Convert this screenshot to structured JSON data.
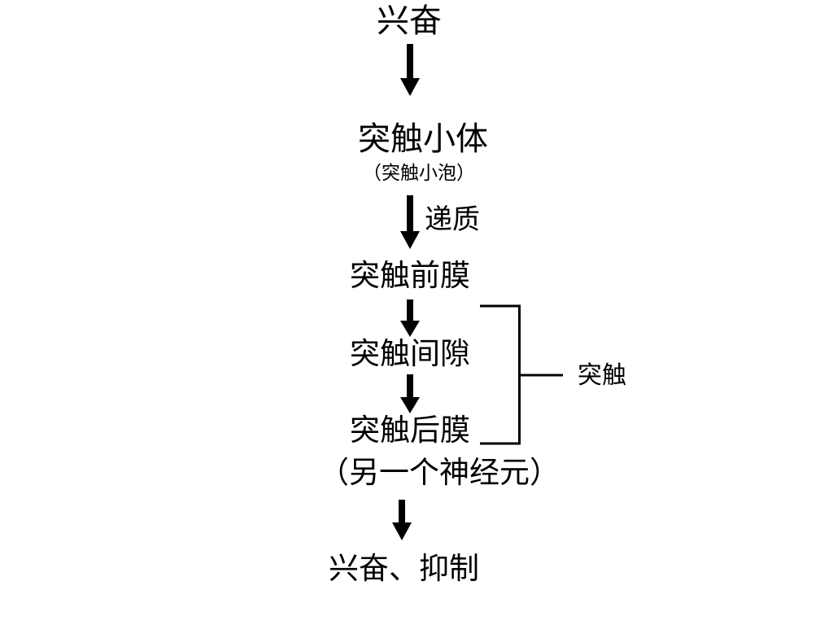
{
  "nodes": {
    "excitation": "兴奋",
    "synaptic_terminal": "突触小体",
    "synaptic_vesicle": "（突触小泡）",
    "presynaptic_membrane": "突触前膜",
    "synaptic_cleft": "突触间隙",
    "postsynaptic_membrane": "突触后膜",
    "another_neuron": "（另一个神经元）",
    "result": "兴奋、抑制"
  },
  "labels": {
    "transmitter": "递质",
    "synapse": "突触"
  },
  "colors": {
    "ink": "#000000",
    "background": "#ffffff"
  }
}
